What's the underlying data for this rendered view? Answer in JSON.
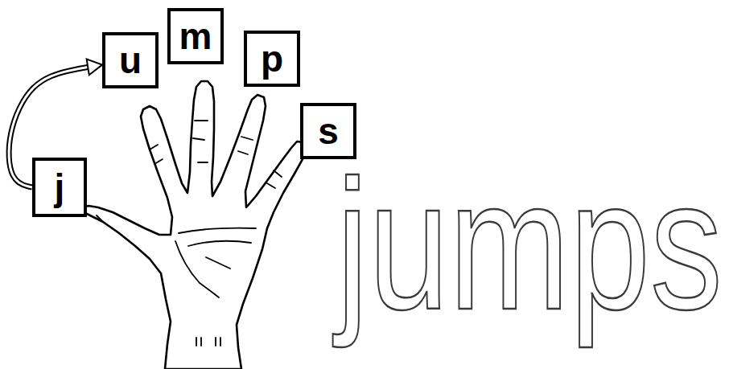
{
  "diagram": {
    "nodes": [
      {
        "text": [
          "j"
        ]
      },
      {
        "text": [
          "u"
        ]
      },
      {
        "text": [
          "m"
        ]
      },
      {
        "text": [
          "p"
        ]
      },
      {
        "text": [
          "s"
        ]
      }
    ],
    "edges": [
      {
        "from": 0,
        "to": 1,
        "arrow": "to"
      }
    ],
    "labels": [
      "jumps"
    ]
  }
}
